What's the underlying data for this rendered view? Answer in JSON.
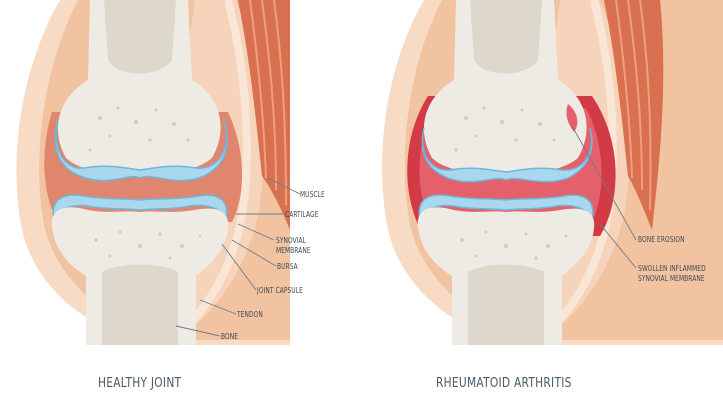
{
  "healthy": {
    "caption": "HEALTHY JOINT",
    "labels": {
      "muscle": "MUSCLE",
      "cartilage": "CARTILAGE",
      "synovial_1": "SYNOVIAL",
      "synovial_2": "MEMBRANE",
      "bursa": "BURSA",
      "joint_capsule": "JOINT CAPSULE",
      "tendon": "TENDON",
      "bone": "BONE"
    }
  },
  "arthritis": {
    "caption": "RHEUMATOID ARTHRITIS",
    "labels": {
      "bone_erosion": "BONE EROSION",
      "swollen_1": "SWOLLEN INFLAMMED",
      "swollen_2": "SYNOVIAL MEMBRANE"
    }
  },
  "colors": {
    "skin_outer": "#f6d3b8",
    "skin_mid": "#f1bd97",
    "muscle": "#d9704f",
    "muscle_light": "#eea07d",
    "bone": "#eeebe4",
    "bone_shadow": "#e1ddd3",
    "marrow": "#d6d0c5",
    "cartilage": "#a9d8ee",
    "cartilage_edge": "#6fb6d8",
    "synovial_healthy": "#e0866f",
    "synovial_inflamed": "#d23a46",
    "line": "#6f7b84"
  }
}
